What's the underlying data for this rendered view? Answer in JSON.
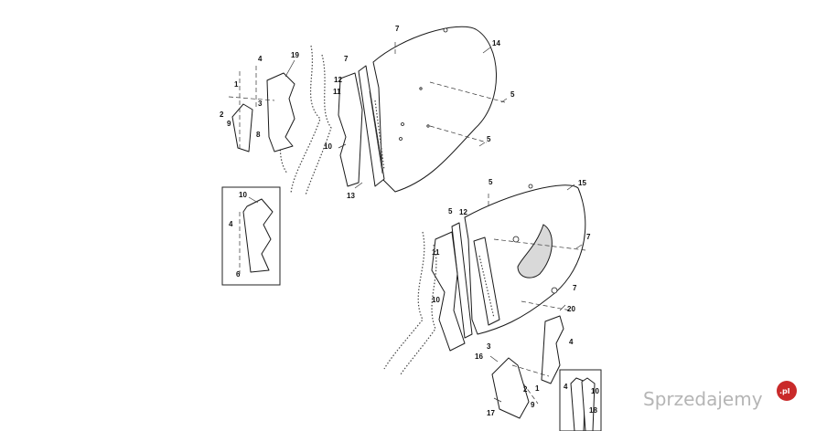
{
  "callouts": {
    "c7a": "7",
    "c14": "14",
    "c19": "19",
    "c4a": "4",
    "c7b": "7",
    "c12a": "12",
    "c1a": "1",
    "c11a": "11",
    "c3a": "3",
    "c2a": "2",
    "c9a": "9",
    "c8": "8",
    "c5a": "5",
    "c5b": "5",
    "c10a": "10",
    "c13": "13",
    "c10b": "10",
    "c4b": "4",
    "c6": "6",
    "c5c": "5",
    "c15": "15",
    "c5d": "5",
    "c12b": "12",
    "c7c": "7",
    "c11b": "11",
    "c7d": "7",
    "c20": "20",
    "c10c": "10",
    "c3b": "3",
    "c4c": "4",
    "c16": "16",
    "c1b": "1",
    "c2b": "2",
    "c9b": "9",
    "c17": "17",
    "c4d": "4",
    "c10d": "10",
    "c18": "18"
  },
  "watermark": {
    "text": "Sprzedajemy",
    "badge": ".pl"
  }
}
